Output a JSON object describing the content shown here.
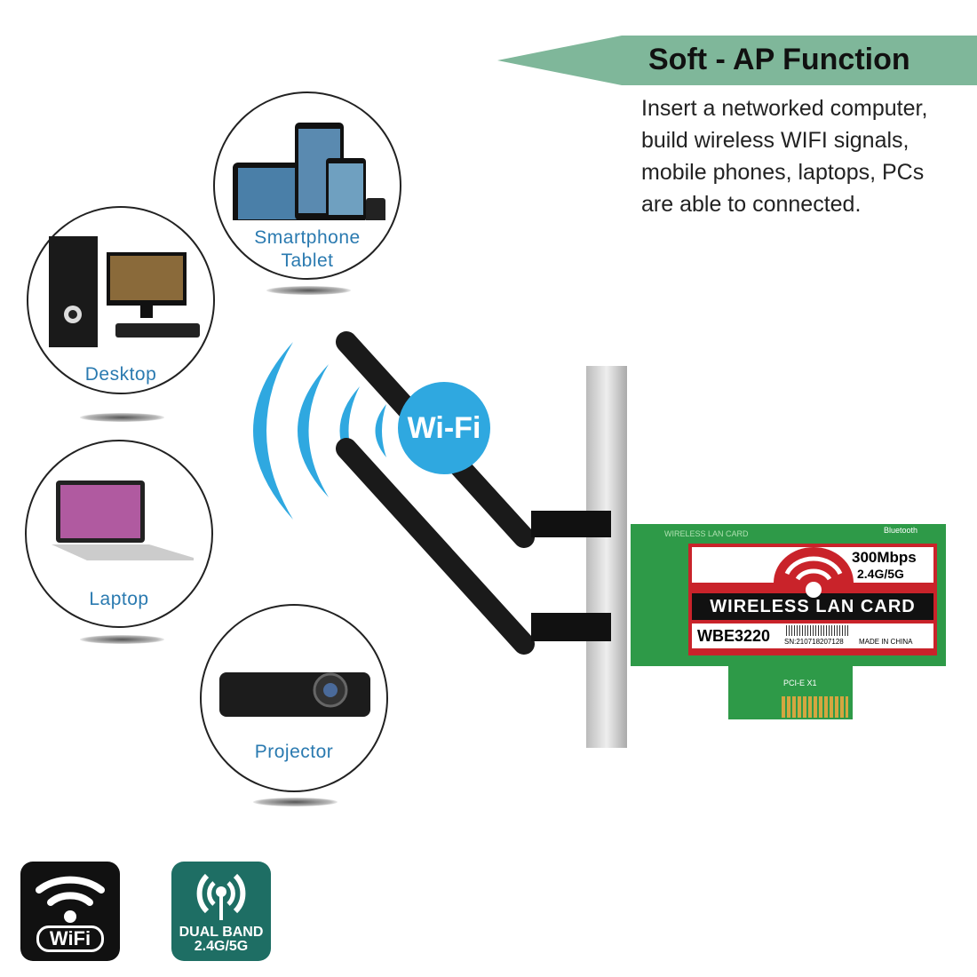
{
  "header": {
    "title": "Soft - AP Function",
    "description": [
      "Insert a networked computer,",
      "build wireless WIFI signals,",
      "mobile phones, laptops, PCs",
      "are able to connected."
    ]
  },
  "devices": [
    {
      "label_lines": [
        "Smartphone",
        "Tablet"
      ],
      "icon": "tablet-phone-icon"
    },
    {
      "label_lines": [
        "Desktop"
      ],
      "icon": "desktop-icon"
    },
    {
      "label_lines": [
        "Laptop"
      ],
      "icon": "laptop-icon"
    },
    {
      "label_lines": [
        "Projector"
      ],
      "icon": "projector-icon"
    }
  ],
  "wifi_bubble": "Wi-Fi",
  "card": {
    "speed": "300Mbps",
    "bands": "2.4G/5G",
    "title": "WIRELESS LAN CARD",
    "model": "WBE3220",
    "serial": "SN:210718207128",
    "origin": "MADE IN CHINA",
    "pcb_text": "WIRELESS LAN CARD",
    "bluetooth": "Bluetooth",
    "slot": "PCI-E X1"
  },
  "badges": {
    "wifi": {
      "text": "WiFi",
      "color": "#111111"
    },
    "dual_band": {
      "line1": "DUAL BAND",
      "line2": "2.4G/5G",
      "color": "#1e6e64"
    }
  },
  "colors": {
    "banner": "#7fb79a",
    "label_blue": "#2a7ab0",
    "wave_blue": "#2fa8e0",
    "pcb_green": "#2e9a48",
    "label_red": "#c9232a"
  }
}
